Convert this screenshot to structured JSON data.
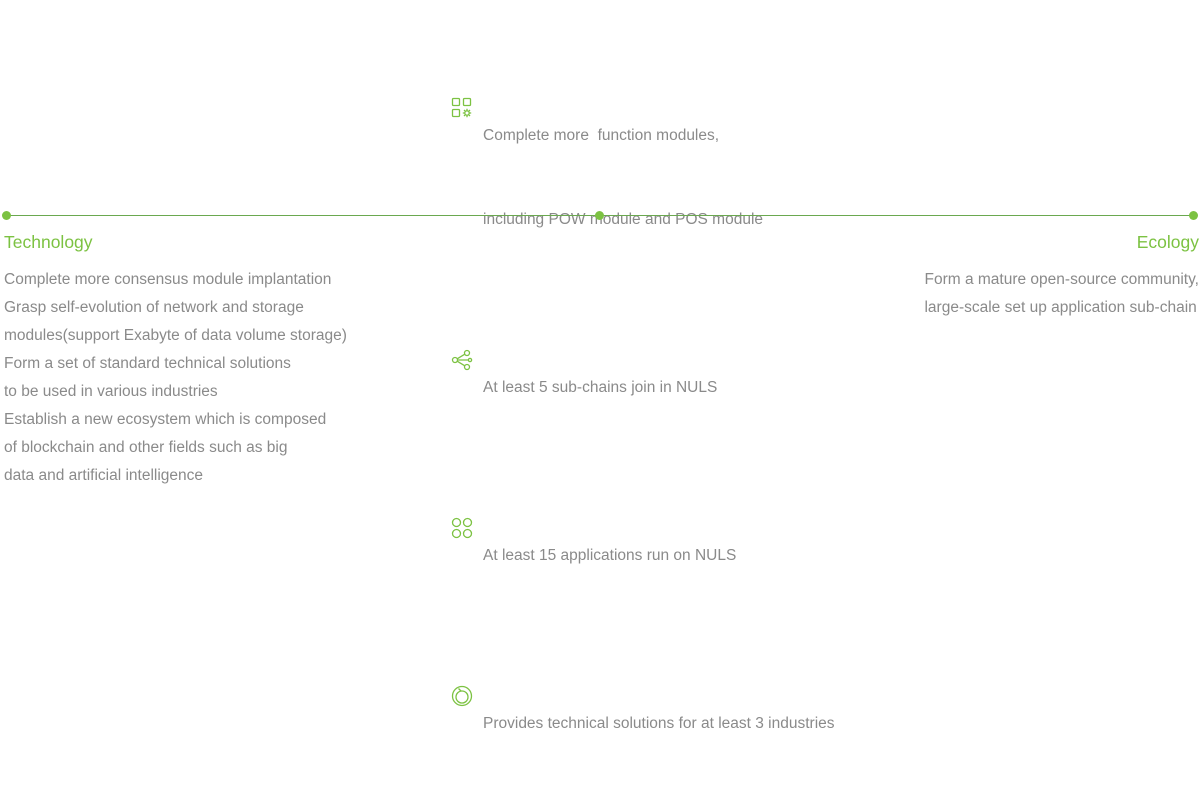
{
  "milestones": [
    {
      "icon": "apps-gear-icon",
      "lines": [
        "Complete more  function modules,",
        "including POW module and POS module"
      ]
    },
    {
      "icon": "share-nodes-icon",
      "lines": [
        "At least 5 sub-chains join in NULS"
      ]
    },
    {
      "icon": "four-circles-icon",
      "lines": [
        "At least 15 applications run on NULS"
      ]
    },
    {
      "icon": "target-circle-icon",
      "lines": [
        "Provides technical solutions for at least 3 industries"
      ]
    }
  ],
  "technology": {
    "title": "Technology",
    "lines": [
      "Complete more consensus module implantation",
      "Grasp self-evolution of network and storage",
      "modules(support Exabyte of data volume storage)",
      "Form a set of standard technical solutions",
      "to be used in various industries",
      "Establish a new ecosystem which is composed",
      "of blockchain and other fields such as big",
      "data and artificial intelligence"
    ]
  },
  "ecology": {
    "title": "Ecology",
    "lines": [
      "Form a mature open-source community,",
      "large-scale set up application sub-chain"
    ]
  },
  "colors": {
    "accent": "#7cc242",
    "line": "#6aa84f",
    "text": "#8a8a8a"
  }
}
